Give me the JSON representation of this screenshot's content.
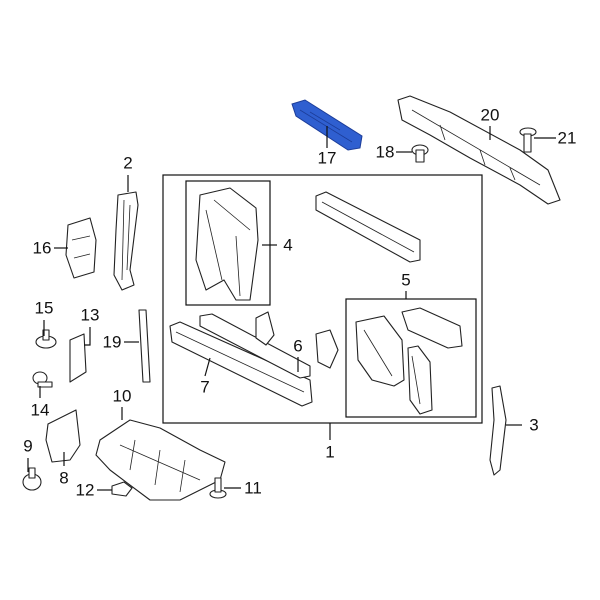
{
  "diagram": {
    "highlight_color": "#2f5fd0",
    "highlighted_part": "17",
    "callouts": [
      "1",
      "2",
      "3",
      "4",
      "5",
      "6",
      "7",
      "8",
      "9",
      "10",
      "11",
      "12",
      "13",
      "14",
      "15",
      "16",
      "17",
      "18",
      "19",
      "20",
      "21"
    ]
  }
}
